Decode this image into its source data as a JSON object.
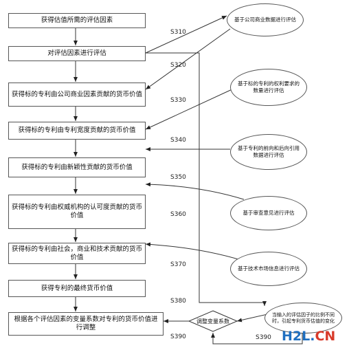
{
  "steps": [
    {
      "text": "获得估值所需的评估因素",
      "label": "S310"
    },
    {
      "text": "对评估因素进行评估",
      "label": "S320"
    },
    {
      "text": "获得标的专利由公司商业因素贡献的货币价值",
      "label": "S330"
    },
    {
      "text": "获得标的专利由专利宽度贡献的货币价值",
      "label": "S340"
    },
    {
      "text": "获得标的专利由新颖性贡献的货币价值",
      "label": "S350"
    },
    {
      "text": "获得标的专利由权威机构的认可度贡献的货币价值",
      "label": "S360"
    },
    {
      "text": "获得标的专利由社会，商业和技术贡献的货币价值",
      "label": "S370"
    },
    {
      "text": "获得专利的最终货币价值",
      "label": "S380"
    },
    {
      "text": "根据各个评估因素的变量系数对专利的货币价值进行调整",
      "label": "S390"
    }
  ],
  "ovals": [
    "基于公司商业数据进行评估",
    "基于标的专利的权利要求的数量进行评估",
    "基于专利的前向和后向引用数据进行评估",
    "基于审查意见进行评估",
    "基于技术市场信息进行评估",
    "当输入的评估因子的比例不同时，引起专利货币估值的变化"
  ],
  "decision": {
    "text": "调整变量系数",
    "label": "S390"
  },
  "watermark": {
    "h2l": "H2L",
    "dot": ".",
    "cn": "CN",
    "color_h2l": "#1f6fc0",
    "color_cn": "#d83a2a"
  }
}
